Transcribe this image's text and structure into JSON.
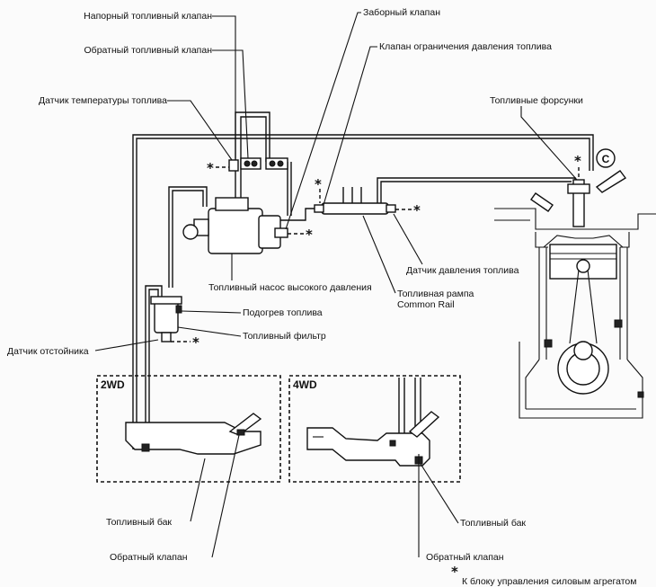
{
  "labels": {
    "pressure_valve": "Напорный топливный клапан",
    "return_valve": "Обратный топливный клапан",
    "fuel_temp_sensor": "Датчик температуры топлива",
    "intake_valve": "Заборный клапан",
    "pressure_limit_valve": "Клапан ограничения давления топлива",
    "injectors": "Топливные форсунки",
    "hp_pump": "Топливный насос высокого давления",
    "pressure_sensor": "Датчик давления топлива",
    "rail_line1": "Топливная рампа",
    "rail_line2": "Common Rail",
    "fuel_heater": "Подогрев топлива",
    "fuel_filter": "Топливный фильтр",
    "sediment_sensor": "Датчик отстойника",
    "tank_2wd": "Топливный бак",
    "check_valve_2wd": "Обратный клапан",
    "tank_4wd": "Топливный бак",
    "check_valve_4wd": "Обратный клапан",
    "legend_text": "К блоку управления силовым агрегатом"
  },
  "boxes": {
    "wd2": "2WD",
    "wd4": "4WD"
  },
  "legend_symbol": "*",
  "injector_badge": "C"
}
